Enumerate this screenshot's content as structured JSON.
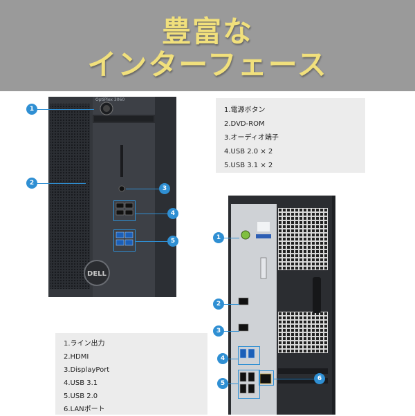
{
  "banner": {
    "line1": "豊富な",
    "line2": "インターフェース"
  },
  "front_panel": {
    "model_label": "OptiPlex 3060",
    "callouts": [
      "1",
      "2",
      "3",
      "4",
      "5"
    ],
    "items": [
      "1.電源ボタン",
      "2.DVD-ROM",
      "3.オーディオ端子",
      "4.USB 2.0 × 2",
      "5.USB 3.1 × 2"
    ]
  },
  "rear_panel": {
    "callouts": [
      "1",
      "2",
      "3",
      "4",
      "5",
      "6"
    ],
    "items": [
      "1.ライン出力",
      "2.HDMI",
      "3.DisplayPort",
      "4.USB 3.1",
      "5.USB 2.0",
      "6.LANポート"
    ]
  },
  "colors": {
    "banner_bg": "#9a9a9a",
    "banner_text": "#f1e07c",
    "callout": "#2f8fd3",
    "list_bg": "#ececec"
  }
}
